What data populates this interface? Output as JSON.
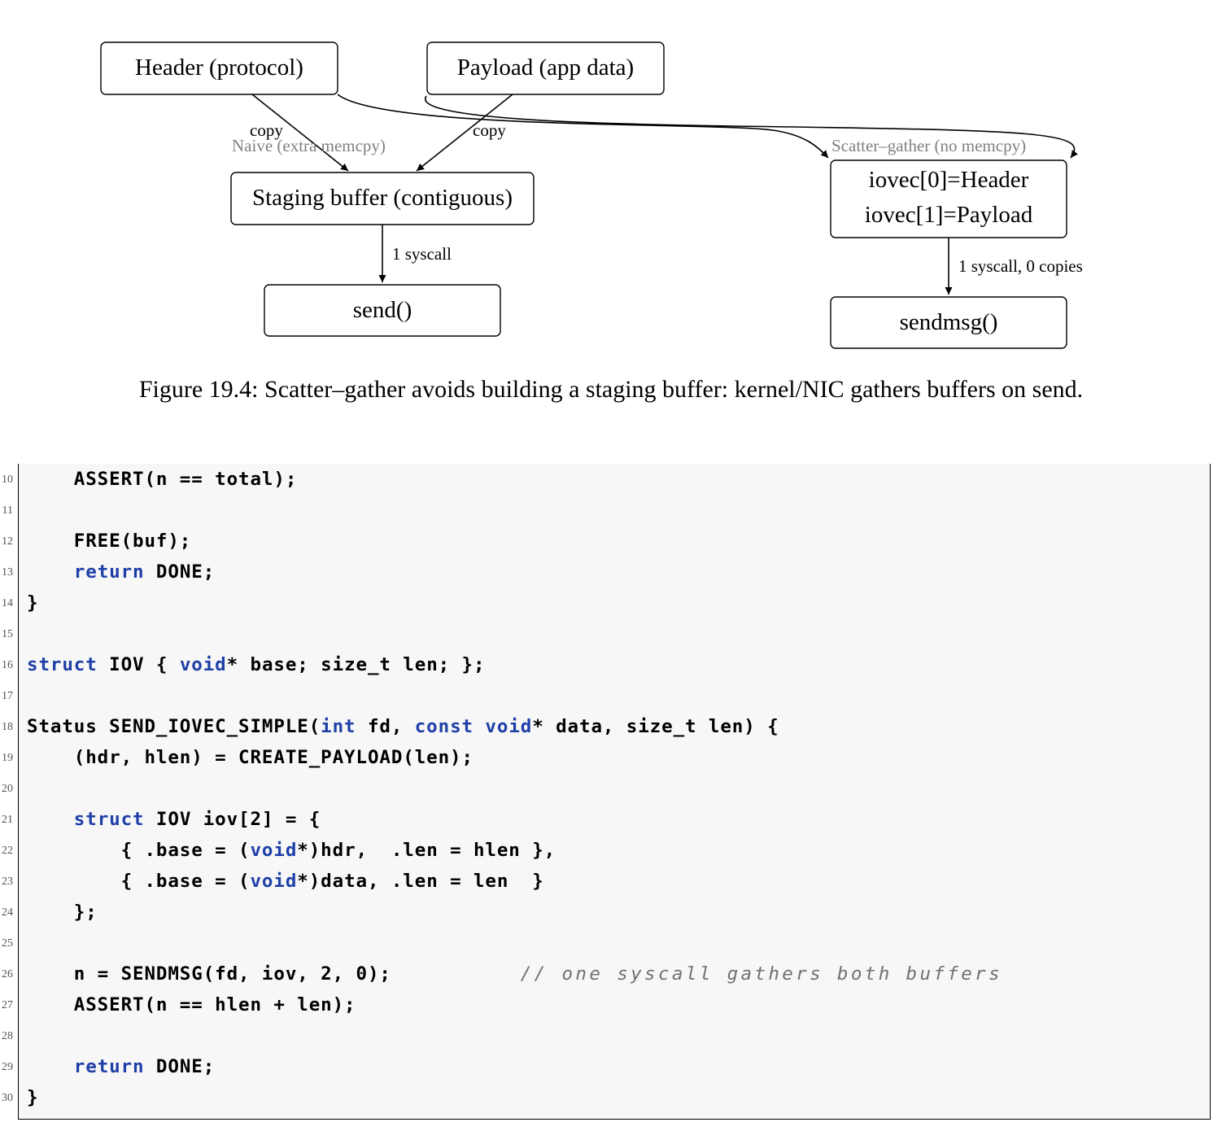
{
  "diagram": {
    "nodes": {
      "header": "Header (protocol)",
      "payload": "Payload (app data)",
      "staging": "Staging buffer (contiguous)",
      "send": "send()",
      "iovec_line1": "iovec[0]=Header",
      "iovec_line2": "iovec[1]=Payload",
      "sendmsg": "sendmsg()"
    },
    "edge_labels": {
      "copy_left": "copy",
      "copy_right": "copy",
      "one_syscall": "1 syscall",
      "one_syscall_zero_copies": "1 syscall, 0 copies"
    },
    "group_labels": {
      "naive": "Naive (extra memcpy)",
      "scatter_gather": "Scatter–gather (no memcpy)"
    }
  },
  "caption": "Figure 19.4: Scatter–gather avoids building a staging buffer: kernel/NIC gathers buffers on send.",
  "code_listing": {
    "lines": [
      {
        "n": "10",
        "segments": [
          {
            "t": "    ASSERT(n == total);"
          }
        ]
      },
      {
        "n": "11",
        "segments": []
      },
      {
        "n": "12",
        "segments": [
          {
            "t": "    FREE(buf);"
          }
        ]
      },
      {
        "n": "13",
        "segments": [
          {
            "t": "    "
          },
          {
            "t": "return",
            "k": "kw"
          },
          {
            "t": " DONE;"
          }
        ]
      },
      {
        "n": "14",
        "segments": [
          {
            "t": "}"
          }
        ]
      },
      {
        "n": "15",
        "segments": []
      },
      {
        "n": "16",
        "segments": [
          {
            "t": "struct",
            "k": "kw"
          },
          {
            "t": " IOV { "
          },
          {
            "t": "void",
            "k": "kw"
          },
          {
            "t": "* base; size_t len; };"
          }
        ]
      },
      {
        "n": "17",
        "segments": []
      },
      {
        "n": "18",
        "segments": [
          {
            "t": "Status SEND_IOVEC_SIMPLE("
          },
          {
            "t": "int",
            "k": "kw"
          },
          {
            "t": " fd, "
          },
          {
            "t": "const",
            "k": "kw"
          },
          {
            "t": " "
          },
          {
            "t": "void",
            "k": "kw"
          },
          {
            "t": "* data, size_t len) {"
          }
        ]
      },
      {
        "n": "19",
        "segments": [
          {
            "t": "    (hdr, hlen) = CREATE_PAYLOAD(len);"
          }
        ]
      },
      {
        "n": "20",
        "segments": []
      },
      {
        "n": "21",
        "segments": [
          {
            "t": "    "
          },
          {
            "t": "struct",
            "k": "kw"
          },
          {
            "t": " IOV iov[2] = {"
          }
        ]
      },
      {
        "n": "22",
        "segments": [
          {
            "t": "        { .base = ("
          },
          {
            "t": "void",
            "k": "kw"
          },
          {
            "t": "*)hdr,  .len = hlen },"
          }
        ]
      },
      {
        "n": "23",
        "segments": [
          {
            "t": "        { .base = ("
          },
          {
            "t": "void",
            "k": "kw"
          },
          {
            "t": "*)data, .len = len  }"
          }
        ]
      },
      {
        "n": "24",
        "segments": [
          {
            "t": "    };"
          }
        ]
      },
      {
        "n": "25",
        "segments": []
      },
      {
        "n": "26",
        "segments": [
          {
            "t": "    n = SENDMSG(fd, iov, 2, 0);           "
          },
          {
            "t": "// one syscall gathers both buffers",
            "k": "cm"
          }
        ]
      },
      {
        "n": "27",
        "segments": [
          {
            "t": "    ASSERT(n == hlen + len);"
          }
        ]
      },
      {
        "n": "28",
        "segments": []
      },
      {
        "n": "29",
        "segments": [
          {
            "t": "    "
          },
          {
            "t": "return",
            "k": "kw"
          },
          {
            "t": " DONE;"
          }
        ]
      },
      {
        "n": "30",
        "segments": [
          {
            "t": "}"
          }
        ]
      }
    ]
  }
}
